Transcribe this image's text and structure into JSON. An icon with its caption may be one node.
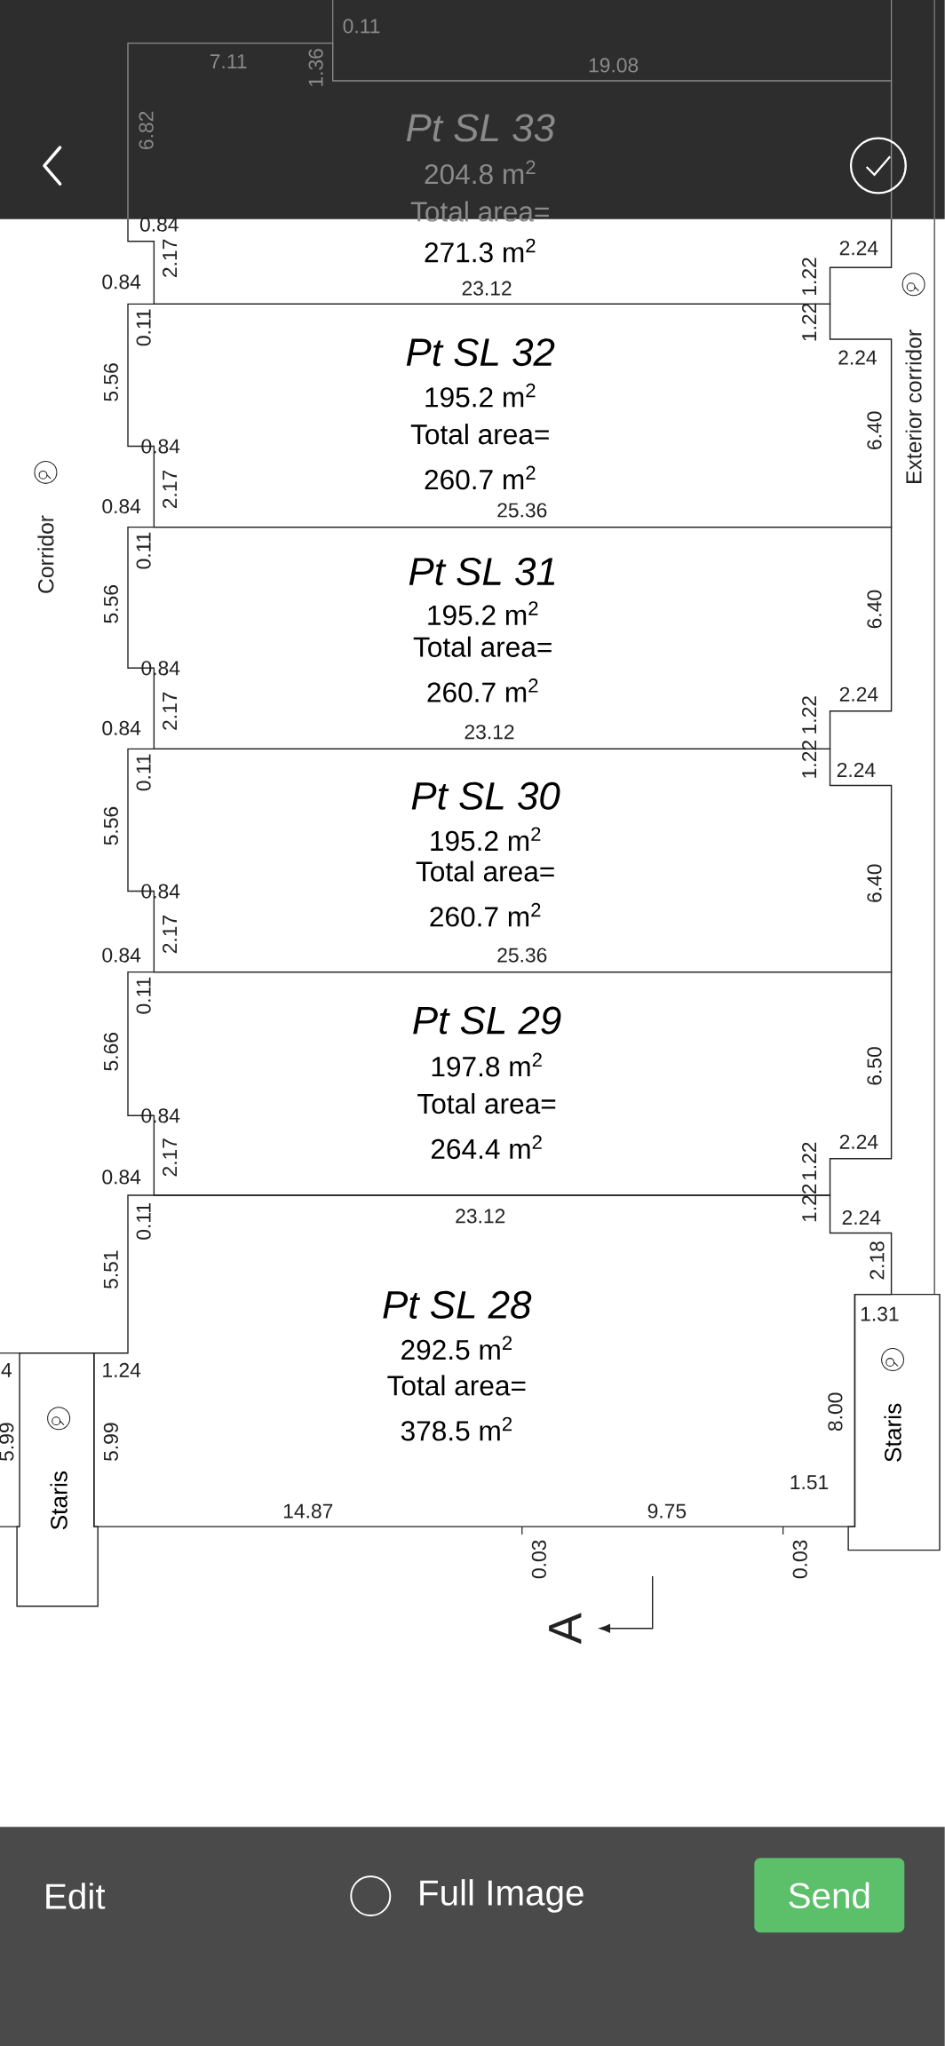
{
  "diagram": {
    "nodes": [
      {
        "text": [
          "Pt SL 33",
          "204.8 m$^{2}$",
          "Total area=",
          "271.3 m$^{2}$"
        ]
      },
      {
        "text": [
          "Pt SL 32",
          "195.2 m$^{2}$",
          "Total area= 260.7 m$^{2}$"
        ]
      },
      {
        "text": [
          "Pt SL 31",
          "195.2 m$^{2}$",
          "Total area= 260.7 m$^{2}$"
        ]
      },
      {
        "text": [
          "Pt SL 30",
          "195.2 m$^{2}$",
          "Total area= 260.7 m$^{2}$"
        ]
      },
      {
        "text": [
          "Pt SL 29",
          "197.8 m$^{2}$",
          "Total area= 264.4 m$^{2}$"
        ]
      },
      {
        "text": [
          "Pt SL 28",
          "292.5 m$^{2}$",
          "Total area= 378.5 m$^{2}$"
        ]
      },
      {
        "text": [
          "Staris"
        ]
      },
      {
        "text": [
          "Staris"
        ]
      },
      {
        "text": [
          "Send"
        ]
      }
    ],
    "labels": [
      "0.11",
      "7.11",
      "1.36",
      "19.08",
      "6.82",
      "0.84",
      "2.24",
      "2.17",
      "1.22",
      "0.84",
      "23.12",
      "0.11",
      "1.22",
      "2.24",
      "Exterior corridor",
      "5.56",
      "6.40",
      "0.84",
      "Corridor",
      "2.17",
      "0.84",
      "25.36",
      "0.11",
      "5.56",
      "6.40",
      "0.84",
      "2.24",
      "2.17",
      "1.22",
      "0.84",
      "23.12",
      "0.11",
      "1.22",
      "2.24",
      "5.56",
      "6.40",
      "0.84",
      "2.17",
      "0.84",
      "25.36",
      "0.11",
      "5.66",
      "6.50",
      "0.84",
      "2.24",
      "2.17",
      "1.22",
      "0.84",
      "23.12",
      "0.11",
      "1.22",
      "2.24",
      "5.51",
      "2.18",
      "1.31",
      "4",
      "1.24",
      "8.00",
      "5.99",
      "5.99",
      "1.51",
      "14.87",
      "9.75",
      "0.03",
      "0.03",
      "A",
      "Edit",
      "Full Image"
    ]
  }
}
